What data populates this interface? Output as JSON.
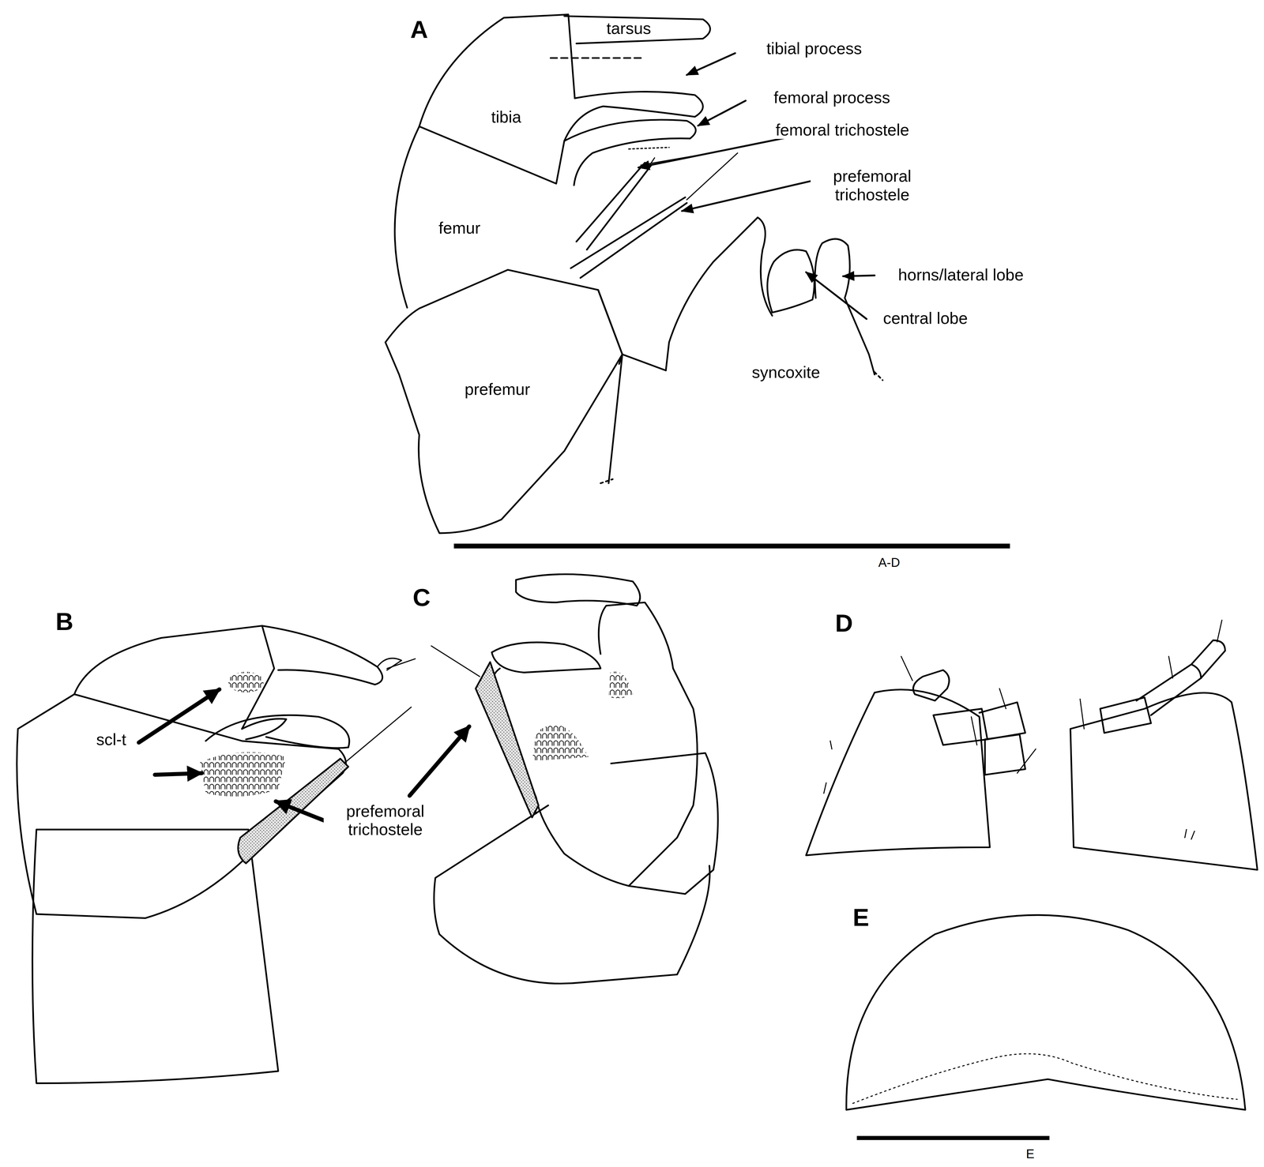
{
  "diagram": {
    "labels": [
      "A",
      "tarsus",
      "tibial process",
      "femoral process",
      "femoral trichostele",
      "prefemoral trichostele",
      "horns/lateral lobe",
      "central lobe",
      "tibia",
      "femur",
      "prefemur",
      "syncoxite",
      "A-D",
      "B",
      "C",
      "scl-t",
      "prefemoral trichostele",
      "D",
      "E",
      "E"
    ]
  }
}
